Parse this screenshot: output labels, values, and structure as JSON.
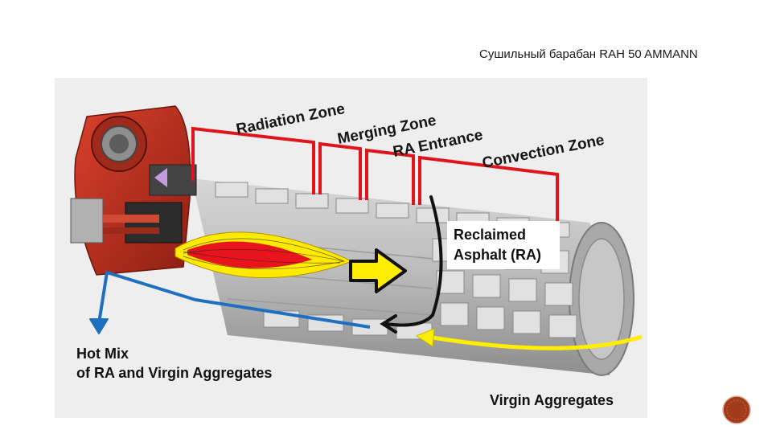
{
  "slide": {
    "title": "Сушильный барабан RAH 50 AMMANN"
  },
  "zones": {
    "radiation": "Radiation Zone",
    "merging": "Merging Zone",
    "ra_entrance": "RA Entrance",
    "convection": "Convection Zone"
  },
  "labels": {
    "reclaimed_line1": "Reclaimed",
    "reclaimed_line2": "Asphalt (RA)",
    "hotmix_line1": "Hot Mix",
    "hotmix_line2": "of RA and Virgin Aggregates",
    "virgin": "Virgin Aggregates"
  },
  "colors": {
    "burner_red": "#c0392b",
    "zone_bracket": "#e0151b",
    "flame_yellow": "#ffea00",
    "flame_red": "#e8141b",
    "hot_mix_arrow": "#1f6fc1",
    "virgin_arrow": "#ffee00",
    "ra_arrow": "#111111",
    "drum_gray": "#b9b9b9",
    "badge": "#a23a1c"
  },
  "icons": [
    "burner-fan-icon",
    "flame-icon",
    "page-badge-icon"
  ]
}
